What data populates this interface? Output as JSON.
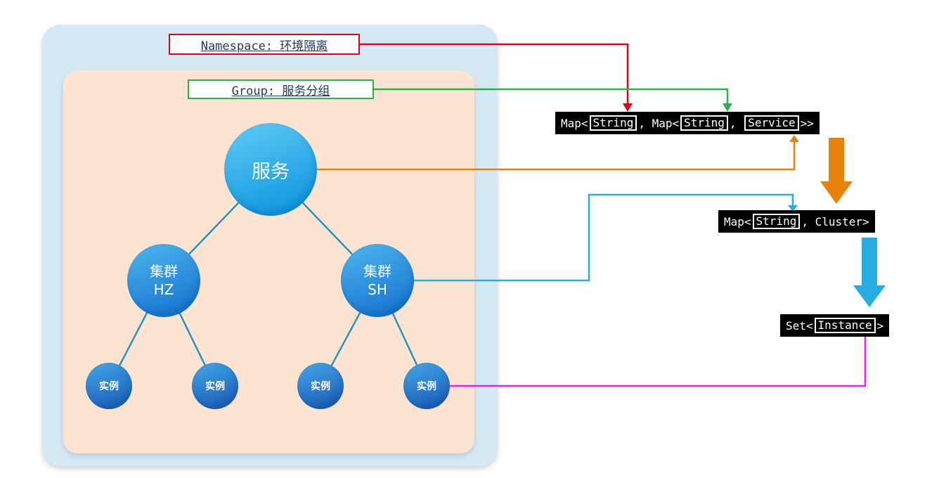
{
  "labels": {
    "namespace": "Namespace: 环境隔离",
    "group": "Group: 服务分组"
  },
  "tree": {
    "service": "服务",
    "clusters": [
      {
        "name": "集群",
        "id": "HZ"
      },
      {
        "name": "集群",
        "id": "SH"
      }
    ],
    "instances": [
      "实例",
      "实例",
      "实例",
      "实例"
    ]
  },
  "code": {
    "map_namespace": {
      "prefix": "Map<",
      "string1": "String",
      "mid1": ", Map<",
      "string2": "String",
      "mid2": ", ",
      "service": "Service",
      "suffix": ">>"
    },
    "map_cluster": {
      "prefix": "Map<",
      "string": "String",
      "suffix": ", Cluster>"
    },
    "set_instance": {
      "prefix": "Set<",
      "instance": "Instance",
      "suffix": ">"
    }
  },
  "colors": {
    "red": "#e60012",
    "green": "#2bb24c",
    "orange": "#e8820c",
    "blue": "#29abe2",
    "magenta": "#ee1cea",
    "tree-line": "#2b93b8",
    "namespace-bg": "#d5e9f4",
    "group-bg": "#fbe5d2",
    "code-bg": "#000000",
    "code-text": "#ffffff",
    "label-text": "#1e3a5f"
  }
}
